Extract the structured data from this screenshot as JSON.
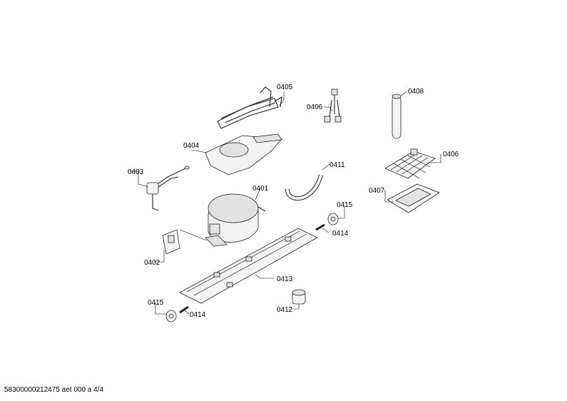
{
  "labels": {
    "l0405": "0405",
    "l0406a": "0406",
    "l0408": "0408",
    "l0404": "0404",
    "l0406b": "0406",
    "l0403": "0403",
    "l0411": "0411",
    "l0401": "0401",
    "l0407": "0407",
    "l0415a": "0415",
    "l0414a": "0414",
    "l0402": "0402",
    "l0413": "0413",
    "l0415b": "0415",
    "l0414b": "0414",
    "l0412": "0412"
  },
  "footer": "58300000212475 aet 000 a 4/4"
}
